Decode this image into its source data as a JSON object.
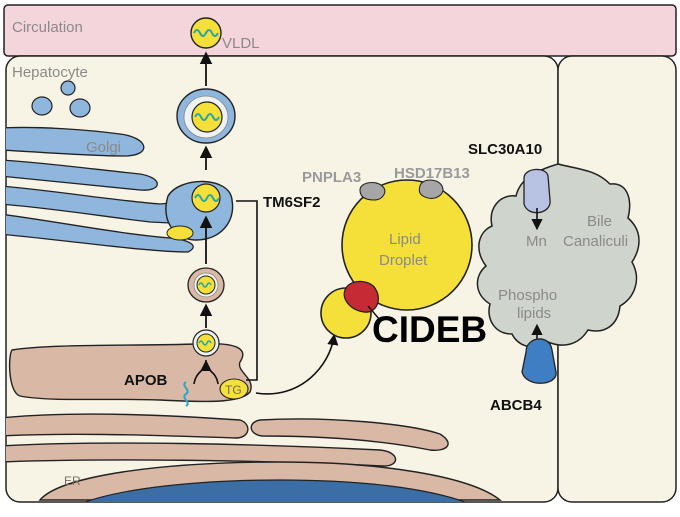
{
  "labels": {
    "circulation": "Circulation",
    "vldl": "VLDL",
    "hepatocyte": "Hepatocyte",
    "golgi": "Golgi",
    "tm6sf2": "TM6SF2",
    "pnpla3": "PNPLA3",
    "hsd17b13": "HSD17B13",
    "lipid_droplet_line1": "Lipid",
    "lipid_droplet_line2": "Droplet",
    "cideb": "CIDEB",
    "apob": "APOB",
    "tg": "TG",
    "er": "ER",
    "slc30a10": "SLC30A10",
    "mn": "Mn",
    "bile_line1": "Bile",
    "bile_line2": "Canaliculi",
    "phospho_line1": "Phospho",
    "phospho_line2": "lipids",
    "abcb4": "ABCB4"
  },
  "colors": {
    "circulation": "#f5d5dc",
    "cell": "#f7f4e6",
    "golgi": "#8fb6dc",
    "er": "#d9b9a6",
    "nucleus": "#3b6ea5",
    "lipid": "#f5e03a",
    "cideb_protein": "#c42b35",
    "canaliculus": "#cfd4cc",
    "slc30a10_protein": "#b8c2e2",
    "abcb4_protein": "#3f7ec2",
    "grey_proteins": "#a6a6a6",
    "lipoprotein_core": "#2aa7a4"
  }
}
